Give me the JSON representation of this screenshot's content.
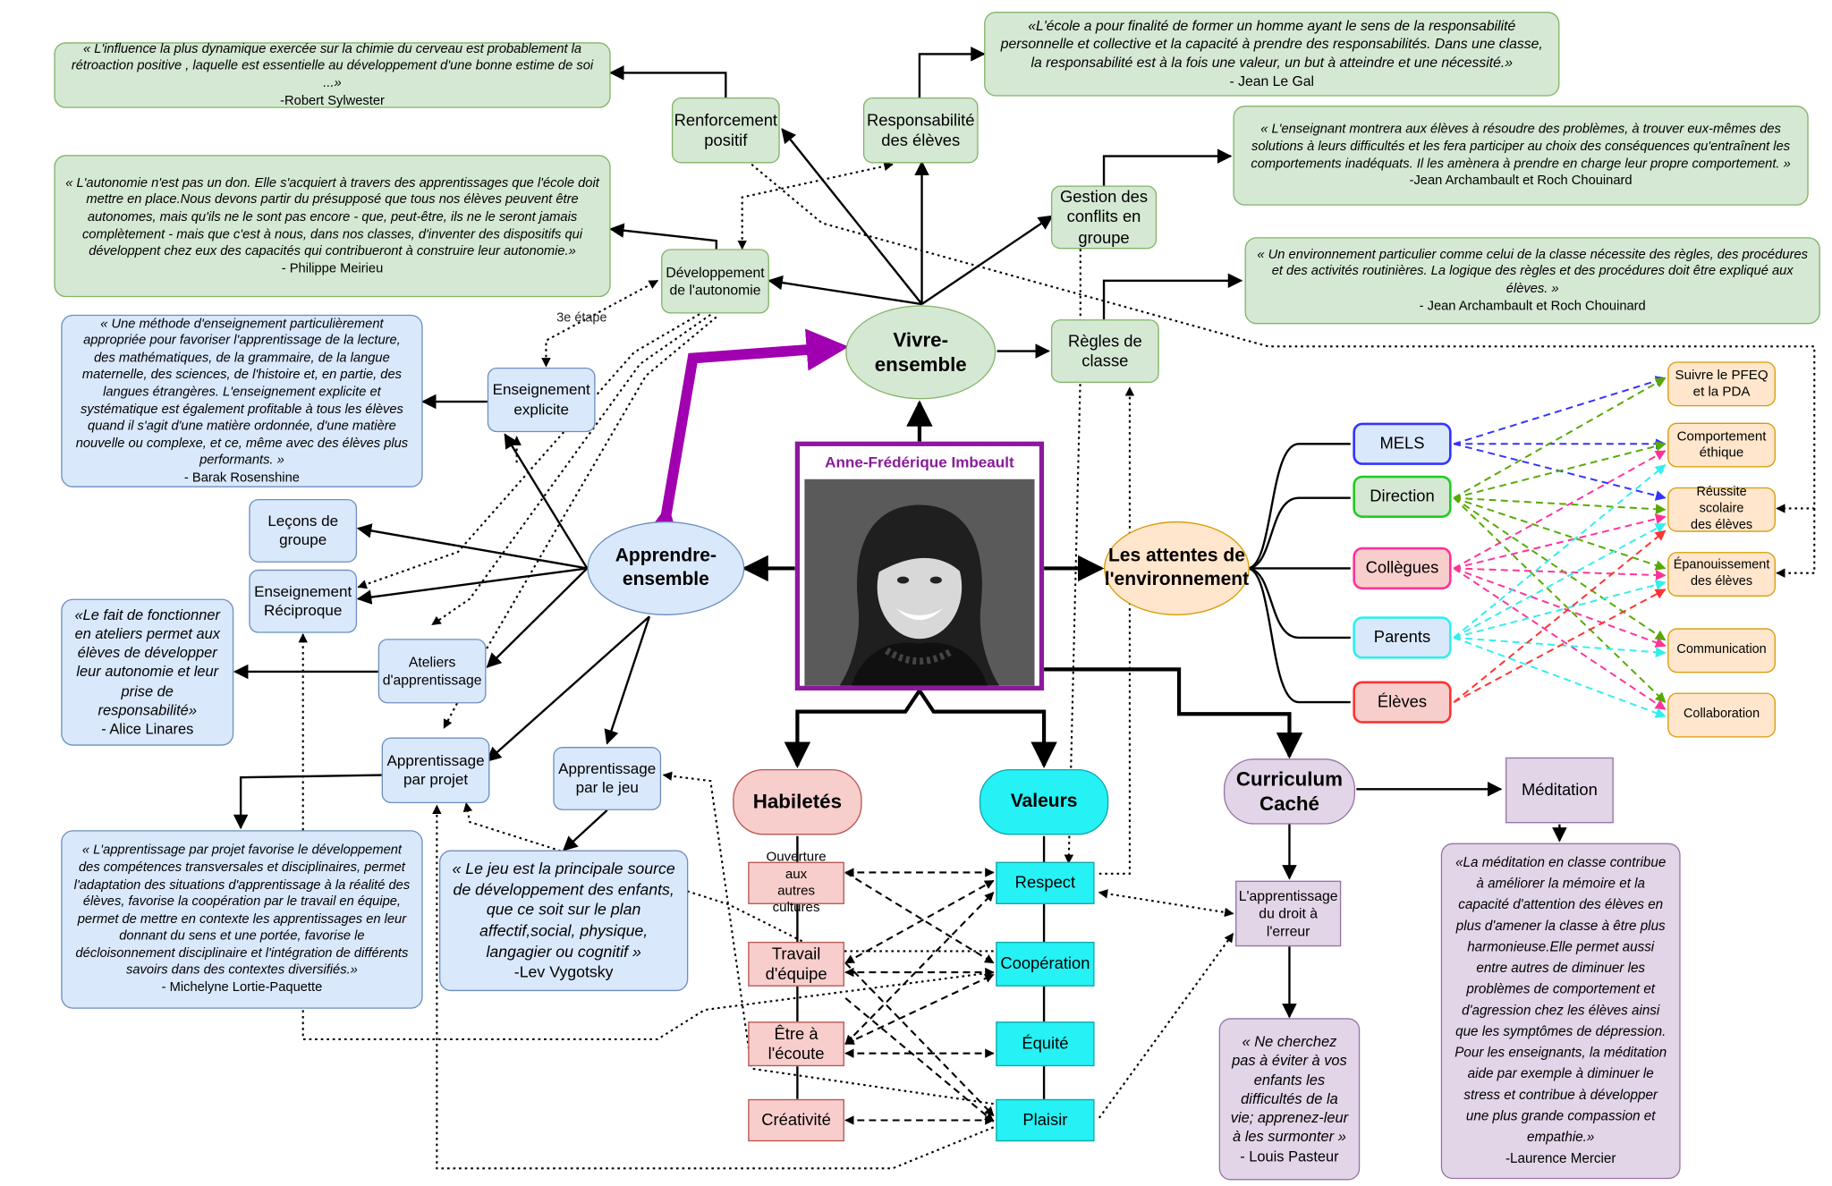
{
  "center": {
    "name": "Anne-Frédérique Imbeault"
  },
  "main_nodes": {
    "vivre": "Vivre-ensemble",
    "apprendre": "Apprendre-\nensemble",
    "attentes": "Les attentes de\nl'environnement",
    "habiletes": "Habiletés",
    "valeurs": "Valeurs",
    "curriculum": "Curriculum\nCaché"
  },
  "vivre_children": {
    "renforcement": "Renforcement\npositif",
    "responsabilite": "Responsabilité\ndes élèves",
    "gestion": "Gestion des\nconflits en\ngroupe",
    "regles": "Règles de\nclasse",
    "autonomie": "Développement\nde l'autonomie"
  },
  "apprendre_children": {
    "explicite": "Enseignement\nexplicite",
    "lecons": "Leçons de\ngroupe",
    "reciproque": "Enseignement\nRéciproque",
    "ateliers": "Ateliers\nd'apprentissage",
    "projet": "Apprentissage\npar projet",
    "jeu": "Apprentissage\npar le jeu"
  },
  "step_label": "3e étape",
  "quotes": {
    "sylwester": {
      "text": "« L'influence la plus dynamique exercée sur la chimie du cerveau est probablement la rétroaction positive , laquelle est essentielle au développement d'une bonne estime de soi ...»",
      "author": "-Robert Sylwester"
    },
    "legal": {
      "text": "«L'école a pour finalité de former un homme ayant le sens de la responsabilité personnelle et collective et la capacité à prendre des responsabilités. Dans une classe, la responsabilité est à la fois une valeur, un but à atteindre et une nécessité.»",
      "author": "- Jean Le Gal"
    },
    "archambault1": {
      "text": "« L'enseignant montrera aux élèves à résoudre des problèmes, à trouver eux-mêmes des solutions à leurs difficultés et les fera participer au choix des conséquences qu'entraînent les comportements inadéquats. Il les amènera à prendre en charge leur propre comportement. »",
      "author": "-Jean Archambault et Roch Chouinard"
    },
    "archambault2": {
      "text": "« Un environnement particulier comme celui de la classe nécessite des règles, des procédures et des activités routinières. La logique des règles et des procédures doit être expliqué aux élèves. »",
      "author": "- Jean Archambault et Roch Chouinard"
    },
    "meirieu": {
      "text": "« L'autonomie n'est pas un don. Elle s'acquiert à travers des apprentissages que l'école doit mettre en place.Nous devons partir du présupposé que tous nos élèves peuvent être autonomes, mais qu'ils ne le sont pas encore - que, peut-être, ils ne le seront jamais complètement - mais que c'est à nous, dans nos classes, d'inventer des dispositifs qui développent chez eux des capacités qui contribueront à construire leur autonomie.»",
      "author": "- Philippe Meirieu"
    },
    "rosenshine": {
      "text": "« Une méthode d'enseignement particulièrement appropriée pour favoriser l'apprentissage de la lecture, des mathématiques, de la grammaire, de la langue maternelle, des sciences, de l'histoire et, en partie, des langues étrangères. L'enseignement explicite et systématique est également profitable à tous les élèves quand il s'agit d'une matière ordonnée, d'une matière nouvelle ou complexe, et ce, même avec des élèves plus performants. »",
      "author": "-  Barak Rosenshine"
    },
    "linares": {
      "text": "«Le fait de  fonctionner en ateliers permet aux élèves de développer leur autonomie et leur prise de responsabilité»",
      "author": "- Alice Linares"
    },
    "lortie": {
      "text": "« L'apprentissage par projet favorise le développement des compétences transversales et disciplinaires, permet l'adaptation des situations d'apprentissage à la réalité des élèves, favorise la coopération par le travail en équipe, permet de mettre en contexte les apprentissages en leur donnant du sens et une portée, favorise le décloisonnement disciplinaire et l'intégration de différents savoirs dans des contextes diversifiés.»",
      "author": "- Michelyne Lortie-Paquette"
    },
    "vygotsky": {
      "text": "« Le jeu est la principale source de développement des enfants, que ce soit sur le plan affectif,social, physique, langagier ou cognitif »",
      "author": "-Lev Vygotsky"
    },
    "pasteur": {
      "text": "« Ne cherchez pas à éviter à vos enfants les difficultés de la vie; apprenez-leur à les surmonter »",
      "author": "- Louis Pasteur"
    },
    "mercier": {
      "text": "«La méditation en classe contribue à améliorer la mémoire et la capacité d'attention des élèves en plus d'amener la classe à être plus harmonieuse.Elle permet aussi entre autres de diminuer les problèmes de comportement et d'agression chez les élèves ainsi que les symptômes de dépression. Pour les enseignants, la méditation aide par exemple à diminuer le stress et contribue à développer une plus grande compassion et empathie.»",
      "author": "-Laurence Mercier"
    }
  },
  "attentes_sources": [
    "MELS",
    "Direction",
    "Collègues",
    "Parents",
    "Élèves"
  ],
  "attentes_targets": [
    "Suivre le PFEQ\net la PDA",
    "Comportement\néthique",
    "Réussite scolaire\ndes élèves",
    "Épanouissement\ndes élèves",
    "Communication",
    "Collaboration"
  ],
  "habiletes_items": [
    "Ouverture aux\nautres cultures",
    "Travail\nd'équipe",
    "Être à\nl'écoute",
    "Créativité"
  ],
  "valeurs_items": [
    "Respect",
    "Coopération",
    "Équité",
    "Plaisir"
  ],
  "curriculum_children": {
    "erreur": "L'apprentissage\ndu droit à\nl'erreur",
    "meditation": "Méditation"
  },
  "colors": {
    "mels": "#3333ff",
    "direction": "#22cc22",
    "collegues": "#ff3399",
    "parents": "#33eeee",
    "eleves": "#ff3333",
    "direction_link": "#55aa00",
    "purple_arrow": "#a000b0"
  }
}
